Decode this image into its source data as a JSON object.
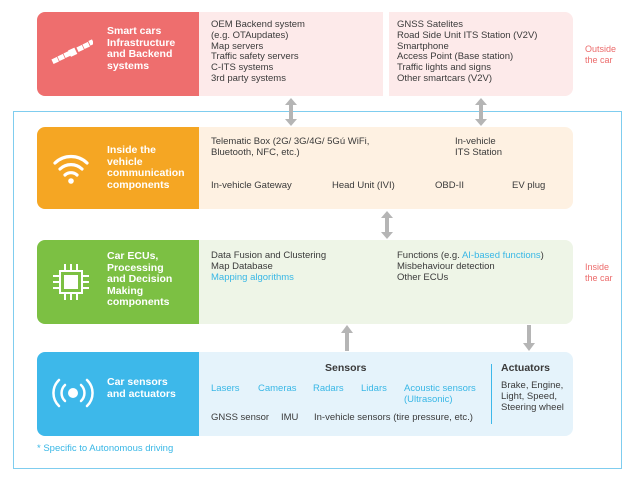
{
  "bands": {
    "smart_cars": {
      "title_lines": [
        "Smart cars",
        "Infrastructure",
        "and Backend",
        "systems"
      ],
      "icon": "satellite-icon",
      "color": "#ee6e6e",
      "left_panel": [
        "OEM Backend system",
        "(e.g. OTAupdates)",
        "Map servers",
        "Traffic safety servers",
        "C-ITS systems",
        "3rd party systems"
      ],
      "right_panel": [
        "GNSS Satelites",
        "Road Side Unit ITS Station (V2V)",
        "Smartphone",
        "Access Point (Base station)",
        "Traffic lights and signs",
        "Other smartcars (V2V)"
      ]
    },
    "communication": {
      "title_lines": [
        "Inside the",
        "vehicle",
        "communication",
        "components"
      ],
      "icon": "wifi-icon",
      "color": "#f5a623",
      "telematic": [
        "Telematic Box (2G/ 3G/4G/ 5Gú WiFi,",
        "Bluetooth, NFC, etc.)"
      ],
      "its_station": [
        "In-vehicle",
        "ITS Station"
      ],
      "row": [
        "In-vehicle Gateway",
        "Head Unit (IVI)",
        "OBD-II",
        "EV plug"
      ]
    },
    "ecus": {
      "title_lines": [
        "Car ECUs,",
        "Processing",
        "and Decision",
        "Making",
        "components"
      ],
      "icon": "chip-icon",
      "color": "#7cc043",
      "left": [
        "Data Fusion and Clustering",
        "Map Database"
      ],
      "left_blue": "Mapping algorithms",
      "functions_prefix": "Functions (e.g. ",
      "functions_blue": "AI-based functions",
      "functions_suffix": ")",
      "right": [
        "Misbehaviour detection",
        "Other ECUs"
      ]
    },
    "sensors": {
      "title_lines": [
        "Car sensors",
        "and actuators"
      ],
      "icon": "sensor-signal-icon",
      "color": "#3db8ea",
      "sensors_heading": "Sensors",
      "sensors_blue": [
        "Lasers",
        "Cameras",
        "Radars",
        "Lidars",
        "Acoustic sensors",
        "(Ultrasonic)"
      ],
      "sensors_gray": [
        "GNSS sensor",
        "IMU",
        "In-vehicle sensors (tire pressure, etc.)"
      ],
      "actuators_heading": "Actuators",
      "actuators": [
        "Brake, Engine,",
        "Light, Speed,",
        "Steering wheel"
      ]
    }
  },
  "labels": {
    "outside": [
      "Outside",
      "the car"
    ],
    "inside": [
      "Inside",
      "the car"
    ],
    "footnote": "* Specific to Autonomous driving"
  },
  "colors": {
    "red_bg": "#fdeaea",
    "orange_bg": "#fef1e2",
    "green_bg": "#eef5e7",
    "blue_bg": "#e5f3fb",
    "frame": "#7fcdef",
    "arrow": "#b5b5b5"
  }
}
